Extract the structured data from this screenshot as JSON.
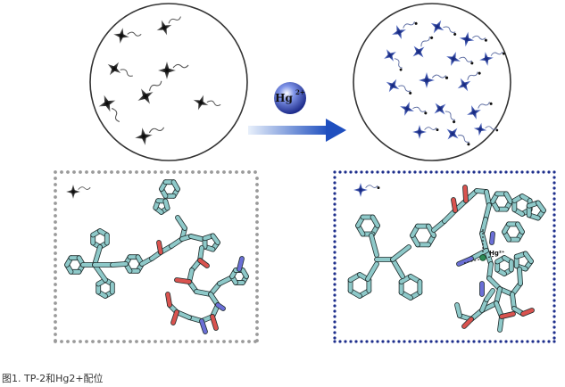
{
  "figure": {
    "caption": "图1. TP-2和Hg2+配位"
  },
  "ion_badge": {
    "symbol": "Hg",
    "charge": "2+"
  },
  "binding_label": "Hg²⁺",
  "colors": {
    "free_probe": "#2a2a2a",
    "aggregated_probe": "#243c9a",
    "bond_teal": "#8ec9c9",
    "oxygen_red": "#d9534f",
    "nitrogen_blue": "#6b6fd6",
    "mercury_green": "#2e8b57",
    "arrow_blue": "#1f4fbf",
    "left_frame_dots": "#9a9a9a",
    "right_frame_dots": "#1e2f8c"
  },
  "icons": {
    "free_probe": "star-with-tail-icon",
    "aggregated_probe": "star-with-tail-icon",
    "ion": "sphere-icon",
    "arrow": "right-arrow-icon"
  }
}
